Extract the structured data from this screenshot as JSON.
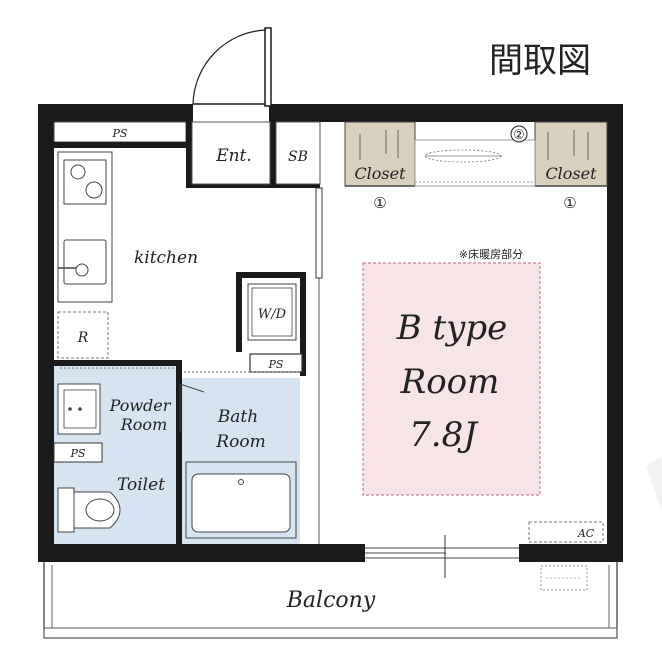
{
  "header": {
    "title": "間取図"
  },
  "rooms": {
    "main_type": "B type",
    "main_room": "Room",
    "main_size": "7.8J",
    "kitchen": "kitchen",
    "entrance": "Ent.",
    "shoebox": "SB",
    "washer": "W/D",
    "fridge": "R",
    "powder_1": "Powder",
    "powder_2": "Room",
    "bath_1": "Bath",
    "bath_2": "Room",
    "toilet": "Toilet",
    "balcony": "Balcony",
    "closet_left": "Closet",
    "closet_right": "Closet",
    "ps_top": "PS",
    "ps_washer": "PS",
    "ps_powder": "PS",
    "ac": "AC"
  },
  "notes": {
    "floor_heating": "※床暖房部分",
    "marker_1_left": "①",
    "marker_1_right": "①",
    "marker_2": "②"
  },
  "colors": {
    "wall": "#1a1a1a",
    "closet": "#d8cfbd",
    "wet_area": "#d6e4f1",
    "floor_heating": "#f6e4e6",
    "floor_heating_border": "#c7868c"
  }
}
